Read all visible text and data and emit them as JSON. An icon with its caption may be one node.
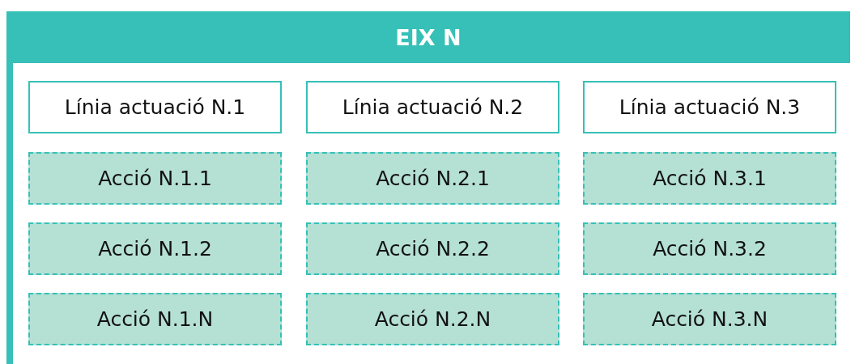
{
  "diagram": {
    "nodes": [
      {
        "text": [
          "EIX N"
        ]
      },
      {
        "text": [
          "Línia actuació N.1"
        ],
        "in": 0
      },
      {
        "text": [
          "Línia actuació N.2"
        ],
        "in": 0
      },
      {
        "text": [
          "Línia actuació N.3"
        ],
        "in": 0
      },
      {
        "text": [
          "Acció N.1.1"
        ],
        "in": 0
      },
      {
        "text": [
          "Acció N.2.1"
        ],
        "in": 0
      },
      {
        "text": [
          "Acció N.3.1"
        ],
        "in": 0
      },
      {
        "text": [
          "Acció N.1.2"
        ],
        "in": 0
      },
      {
        "text": [
          "Acció N.2.2"
        ],
        "in": 0
      },
      {
        "text": [
          "Acció N.3.2"
        ],
        "in": 0
      },
      {
        "text": [
          "Acció N.1.N"
        ],
        "in": 0
      },
      {
        "text": [
          "Acció N.2.N"
        ],
        "in": 0
      },
      {
        "text": [
          "Acció N.3.N"
        ],
        "in": 0
      }
    ]
  }
}
